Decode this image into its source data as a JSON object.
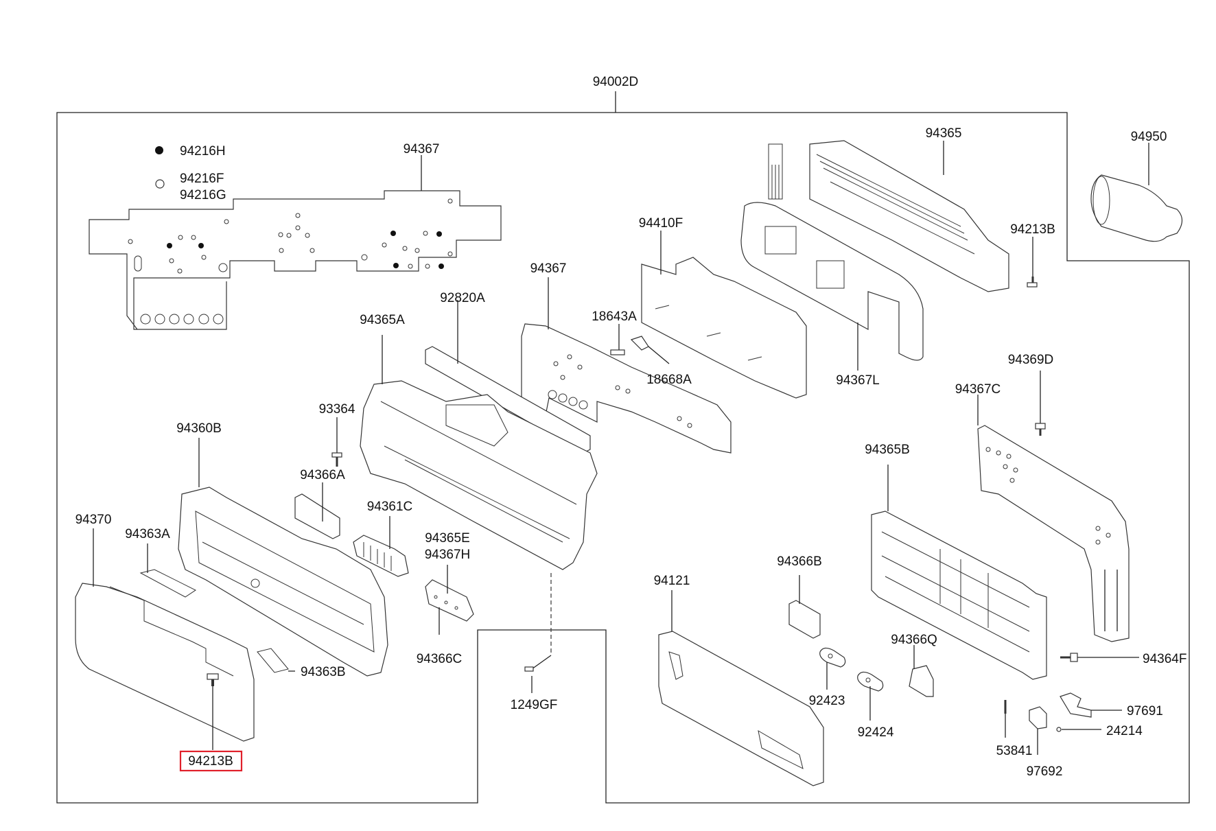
{
  "labels": {
    "assembly": "94002D",
    "p94216H": "94216H",
    "p94216F": "94216F",
    "p94216G": "94216G",
    "p94367_top": "94367",
    "p94365": "94365",
    "p94950": "94950",
    "p94213B_right": "94213B",
    "p94410F": "94410F",
    "p94367_mid": "94367",
    "p92820A": "92820A",
    "p94365A": "94365A",
    "p18643A": "18643A",
    "p18668A": "18668A",
    "p94367L": "94367L",
    "p94369D": "94369D",
    "p94367C": "94367C",
    "p93364": "93364",
    "p94360B": "94360B",
    "p94366A": "94366A",
    "p94365B": "94365B",
    "p94361C": "94361C",
    "p94370": "94370",
    "p94363A": "94363A",
    "p94365E": "94365E",
    "p94367H": "94367H",
    "p94366B": "94366B",
    "p94121": "94121",
    "p94366Q": "94366Q",
    "p94366C": "94366C",
    "p94364F": "94364F",
    "p94363B": "94363B",
    "p92423": "92423",
    "p1249GF": "1249GF",
    "p92424": "92424",
    "p97691": "97691",
    "p24214": "24214",
    "p53841": "53841",
    "p94213B_highlight": "94213B",
    "p97692": "97692"
  },
  "highlight_color": "#e0202a",
  "line_color": "#222222"
}
